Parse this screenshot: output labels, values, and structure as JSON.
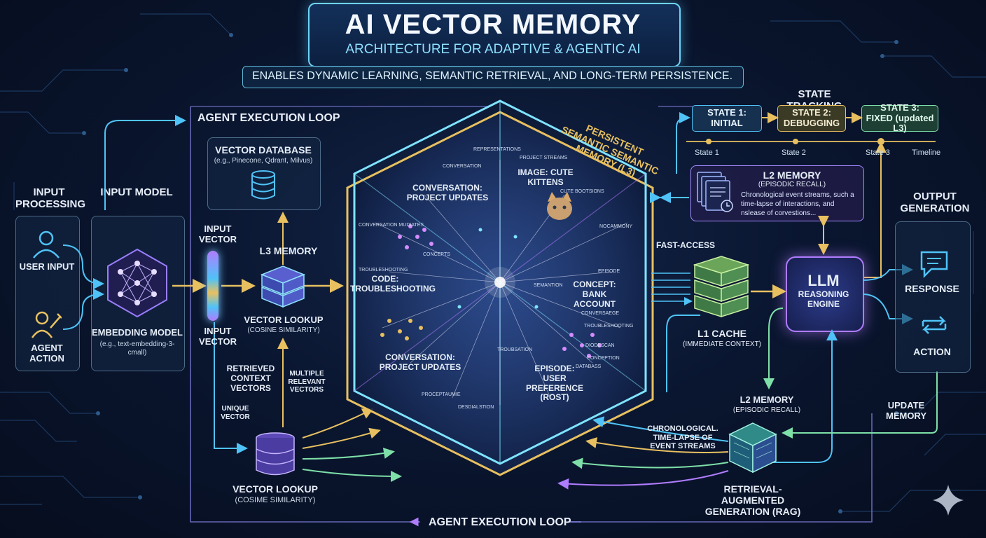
{
  "header": {
    "title": "AI VECTOR MEMORY",
    "subtitle": "ARCHITECTURE FOR ADAPTIVE & AGENTIC AI",
    "tagline": "ENABLES DYNAMIC LEARNING, SEMANTIC RETRIEVAL, AND LONG-TERM PERSISTENCE."
  },
  "input_processing": {
    "title": "INPUT PROCESSING",
    "user_input": "USER INPUT",
    "agent_action": "AGENT ACTION"
  },
  "input_model": {
    "title": "INPUT MODEL",
    "embedding_label": "EMBEDDING MODEL",
    "embedding_example": "(e.g., text-embedding-3-cmall)"
  },
  "vectors": {
    "input_vector_top": "INPUT VECTOR",
    "input_vector_bottom": "INPUT VECTOR",
    "retrieved": "RETRIEVED CONTEXT VECTORS",
    "multiple": "MULTIPLE RELEVANT VECTORS",
    "unique": "UNIQUE VECTOR"
  },
  "agent_loop": {
    "top_label": "AGENT EXECUTION LOOP",
    "bottom_label": "AGENT EXECUTION LOOP"
  },
  "vector_db": {
    "title": "VECTOR DATABASE",
    "examples": "(e.g., Pinecone, Qdrant, Milvus)"
  },
  "l3": {
    "label": "L3 MEMORY",
    "lookup": "VECTOR LOOKUP",
    "lookup_sub": "(COSINE SIMILARITY)"
  },
  "lower_lookup": {
    "label": "VECTOR LOOKUP",
    "sub": "(COSIME SIMILARITY)"
  },
  "semantic_memory": {
    "title": "PERSISTENT SEMANTIC SEMANTIC MEMORY (L3)",
    "clusters": {
      "conv_top": "CONVERSATION: PROJECT UPDATES",
      "image": "IMAGE: CUTE KITTENS",
      "code": "CODE: TROUBLESHOOTING",
      "concept": "CONCEPT: BANK ACCOUNT",
      "conv_bottom": "CONVERSATION: PROJECT UPDATES",
      "episode": "EPISODE: USER PREFERENCE (ROST)"
    },
    "small_labels": [
      "REPRESENTATIONS",
      "PROJECT STREAMS",
      "CONVERSATION",
      "CUTE BOOTSIONS",
      "CONVERSATION MUDIATES",
      "TROUBLESHOOTING",
      "CONCEPTS",
      "EPISODE",
      "SEMANTION",
      "CONVERSAEGE",
      "TROUBLESHOOTING",
      "DIODESCAN",
      "TROUBSATION",
      "PROCEPTAUMIE",
      "DATABASS",
      "NOCAMMONY",
      "CONCEPTION",
      "DESDIALSTION"
    ]
  },
  "state_tracking": {
    "title": "STATE TRACKING",
    "states": [
      {
        "label": "STATE 1:",
        "detail": "INITIAL"
      },
      {
        "label": "STATE 2:",
        "detail": "DEBUGGING"
      },
      {
        "label": "STATE 3:",
        "detail": "FIXED (updated L3)"
      }
    ],
    "ticks": [
      "State 1",
      "State 2",
      "State 3"
    ],
    "timeline": "Timeline"
  },
  "l2_top": {
    "title": "L2 MEMORY",
    "sub": "(EPISODIC RECALL)",
    "desc": "Chronological event streams, such a time-lapse of interactions, and nslease of corvestions..."
  },
  "l1": {
    "fast": "FAST-ACCESS",
    "label": "L1 CACHE",
    "sub": "(IMMEDIATE CONTEXT)"
  },
  "llm": {
    "title": "LLM",
    "sub": "REASONING ENGINE"
  },
  "output": {
    "title": "OUTPUT GENERATION",
    "response": "RESPONSE",
    "action": "ACTION"
  },
  "update_memory": "UPDATE MEMORY",
  "l2_bottom": {
    "title": "L2 MEMORY",
    "sub": "(EPISODIC RECALL)"
  },
  "chronological": "CHRONOLOGICAL. TIME-LAPSE OF EVENT STREAMS",
  "rag": "RETRIEVAL-AUGMENTED GENERATION (RAG)",
  "colors": {
    "cyan": "#4fc3f7",
    "purple": "#b07cff",
    "gold": "#e8c060",
    "green": "#7ee0a8"
  }
}
